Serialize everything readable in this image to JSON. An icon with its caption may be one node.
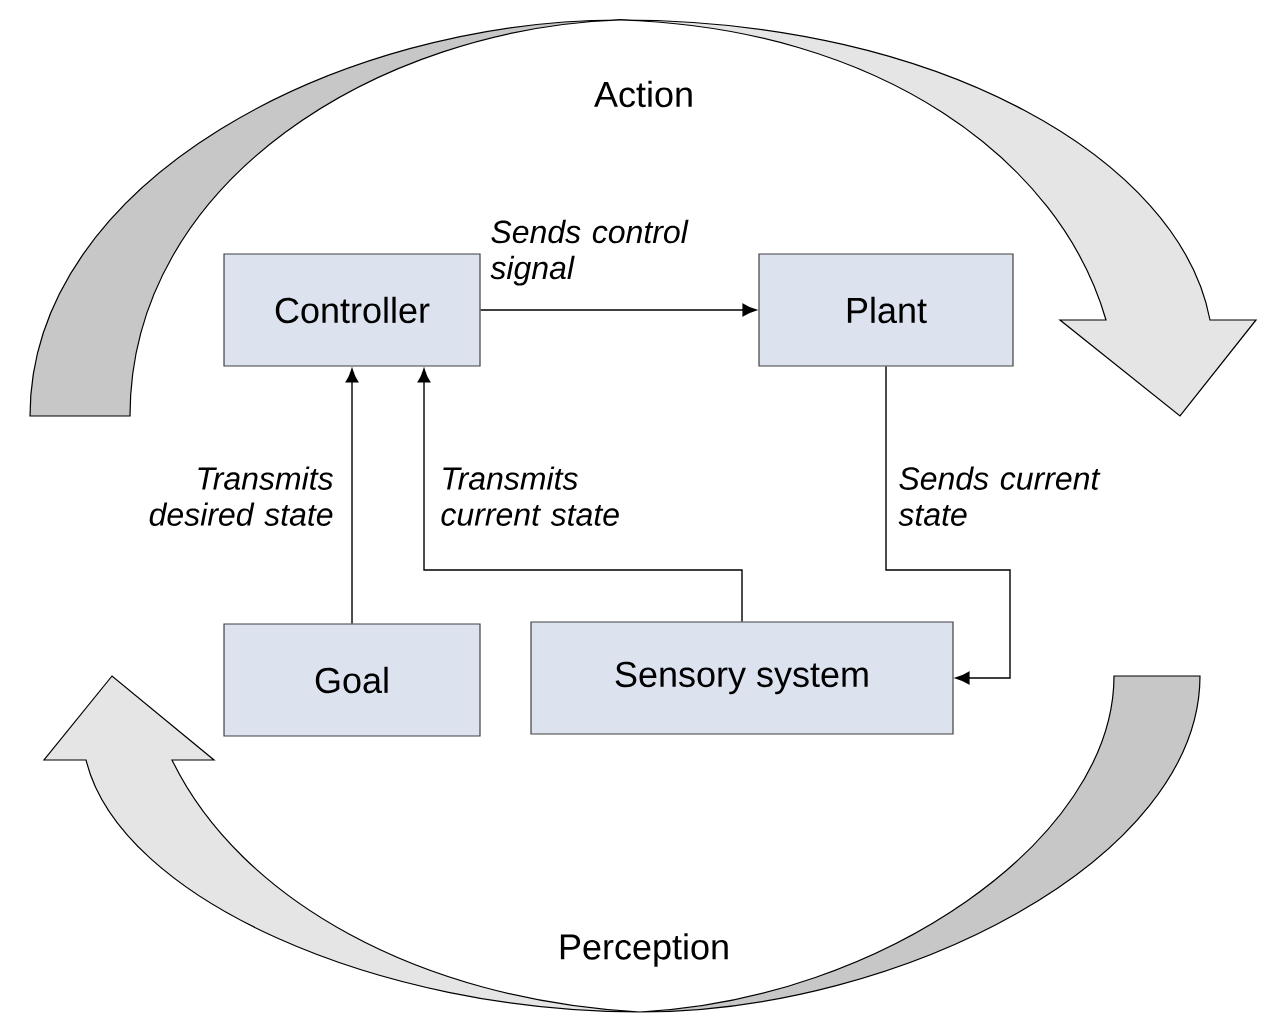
{
  "diagram": {
    "nodes": [
      {
        "text": [
          "Controller"
        ]
      },
      {
        "text": [
          "Plant"
        ]
      },
      {
        "text": [
          "Goal"
        ]
      },
      {
        "text": [
          "Sensory system"
        ]
      }
    ],
    "edges": [
      {
        "from": 0,
        "to": 1,
        "arrow": "to",
        "label": "Sends control signal"
      },
      {
        "from": 2,
        "to": 0,
        "arrow": "to",
        "label": "Transmits desired state"
      },
      {
        "from": 3,
        "to": 0,
        "arrow": "to",
        "label": "Transmits current state"
      },
      {
        "from": 1,
        "to": 3,
        "arrow": "to",
        "label": "Sends current state"
      }
    ],
    "labels": [
      "Action",
      "Perception"
    ]
  }
}
